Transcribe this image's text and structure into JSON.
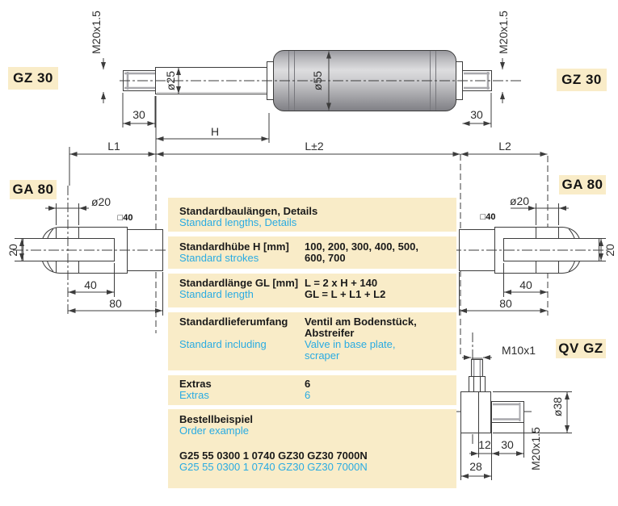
{
  "colors": {
    "accent_cream": "#f9ecc8",
    "blue": "#29abe2",
    "text_black": "#1a1a1a",
    "drawing_line": "#3c3c3c",
    "body_gray": "#b9b9bd"
  },
  "badges": {
    "gz30_left": "GZ 30",
    "gz30_right": "GZ 30",
    "ga80_left": "GA 80",
    "ga80_right": "GA 80",
    "qv_gz": "QV GZ"
  },
  "cylinder": {
    "m20_left": "M20x1.5",
    "m20_right": "M20x1.5",
    "len30_left": "30",
    "len30_right": "30",
    "rod_dia": "ø25",
    "body_dia": "ø55",
    "stroke_h": "H",
    "l1": "L1",
    "l_pm2": "L±2",
    "l2": "L2"
  },
  "eye_left": {
    "pin_dia": "ø20",
    "square": "□40",
    "thk": "20",
    "d40": "40",
    "d80": "80"
  },
  "eye_right": {
    "pin_dia": "ø20",
    "square": "□40",
    "thk": "20",
    "d40": "40",
    "d80": "80"
  },
  "valve": {
    "thread_top": "M10x1",
    "dia": "ø38",
    "thread_side": "M20x1.5",
    "d12": "12",
    "d30": "30",
    "d28": "28"
  },
  "table": {
    "s1": {
      "de": "Standardbaulängen, Details",
      "en": "Standard lengths, Details"
    },
    "s2": {
      "de": "Standardhübe H [mm]",
      "en": "Standard strokes",
      "val1": "100, 200, 300, 400, 500,",
      "val2": "600, 700"
    },
    "s3": {
      "de": "Standardlänge GL [mm]",
      "en": "Standard length",
      "val1": "L = 2 x H + 140",
      "val2": "GL = L + L1 + L2"
    },
    "s4": {
      "de": "Standardlieferumfang",
      "en": "Standard including",
      "val_de1": "Ventil am Bodenstück,",
      "val_de2": "Abstreifer",
      "val_en1": "Valve in base plate,",
      "val_en2": "scraper"
    },
    "s5": {
      "de": "Extras",
      "en": "Extras",
      "val_de": "6",
      "val_en": "6"
    },
    "s6": {
      "de": "Bestellbeispiel",
      "en": "Order example",
      "code_de": "G25 55 0300 1 0740 GZ30 GZ30 7000N",
      "code_en": "G25 55 0300 1 0740 GZ30 GZ30 7000N"
    }
  }
}
